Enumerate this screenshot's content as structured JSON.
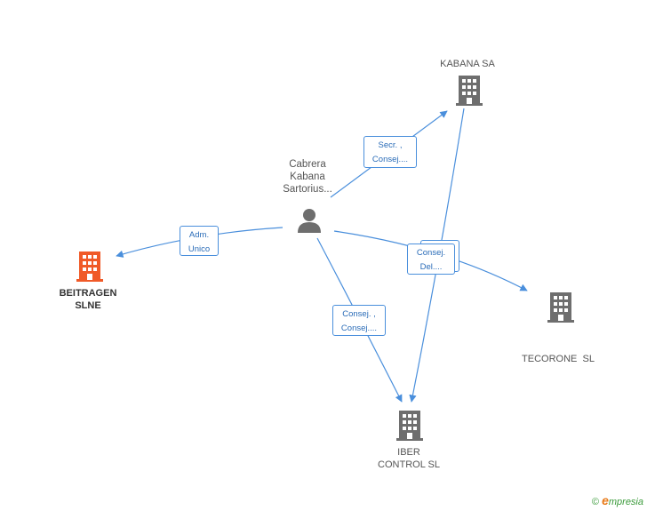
{
  "colors": {
    "edge": "#4a8fdc",
    "building": "#6e6e6e",
    "building_main": "#f05a28",
    "person": "#6e6e6e"
  },
  "person": {
    "name_lines": [
      "Cabrera",
      "Kabana",
      "Sartorius..."
    ],
    "icon": "person-icon"
  },
  "companies": {
    "kabana": {
      "label_lines": [
        "KABANA SA"
      ],
      "icon": "building-icon"
    },
    "beitragen": {
      "label_lines": [
        "BEITRAGEN",
        "SLNE"
      ],
      "icon": "building-icon"
    },
    "tecorone": {
      "label_lines": [
        "TECORONE  SL"
      ],
      "icon": "building-icon"
    },
    "iber": {
      "label_lines": [
        "IBER",
        "CONTROL SL"
      ],
      "icon": "building-icon"
    }
  },
  "edges": {
    "to_kabana": {
      "lines": [
        "Secr. ,",
        "Consej...."
      ]
    },
    "to_beitragen": {
      "lines": [
        "Adm.",
        "Unico"
      ]
    },
    "to_tecorone": {
      "lines": [
        "Consej.",
        "Del...."
      ]
    },
    "to_iber": {
      "lines": [
        "Consej. ,",
        "Consej...."
      ]
    }
  },
  "brand": {
    "copyright": "©",
    "e": "e",
    "name": "mpresia"
  }
}
